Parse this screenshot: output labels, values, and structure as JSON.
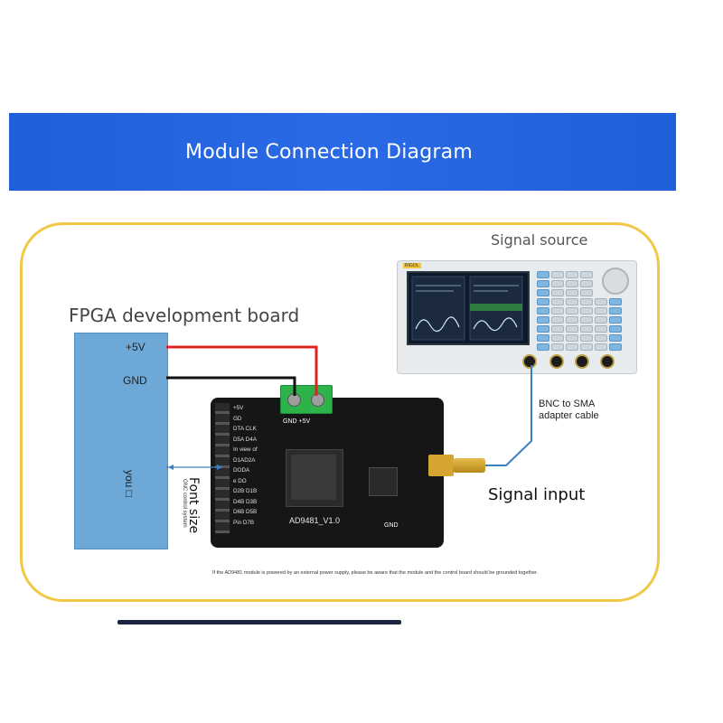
{
  "banner": {
    "title": "Module Connection Diagram"
  },
  "colors": {
    "banner": "#1f5fd9",
    "frame": "#f1c746",
    "fpga_board": "#6ea8d6",
    "wire_5v": "#e02222",
    "wire_gnd": "#111111",
    "signal_line": "#3a7fc2"
  },
  "labels": {
    "signal_source": "Signal source",
    "fpga_board": "FPGA development board",
    "plus5v": "+5V",
    "gnd": "GND",
    "fpga_vertical": "you □",
    "font_size": "Font size",
    "onc_control": "ONC control system",
    "bnc_to_sma": "BNC to SMA adapter cable",
    "signal_input": "Signal input",
    "terminal": "GND +5V",
    "module_title": "AD9481_V1.0",
    "module_gnd": "GND",
    "footnote": "If the AD9481 module is powered by an external power supply, please be aware that the module and the control board should be grounded together."
  },
  "module_pins": [
    "+5V",
    "GD",
    "DTA CLK",
    "D5A D4A",
    "In view of",
    "D1AD2A",
    "DODA",
    "e  DO",
    "D2B D1B",
    "D4B D3B",
    "D6B D5B",
    "Pin D7B"
  ],
  "generator": {
    "brand": "RIGOL"
  },
  "icons": [
    "screw-terminal-icon",
    "sma-connector-icon",
    "bnc-port-icon",
    "knob-icon"
  ]
}
